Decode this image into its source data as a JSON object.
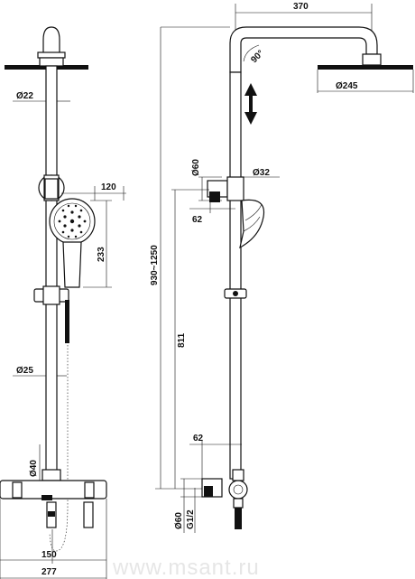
{
  "front_view": {
    "pipe_dia_top": "Ø22",
    "handshower_width": "120",
    "handshower_height": "233",
    "pipe_dia_mid": "Ø25",
    "connector_dia": "Ø40",
    "centre_distance": "150",
    "mixer_width": "277"
  },
  "side_view": {
    "arm_length": "370",
    "arm_angle": "90°",
    "overhead_dia": "Ø245",
    "bracket_dia": "Ø60",
    "rail_dia": "Ø32",
    "bracket_offset": "62",
    "height_range": "930~1250",
    "rail_height": "811",
    "mixer_offset": "62",
    "inlet_dia": "Ø60",
    "inlet_thread": "G1/2"
  },
  "watermark": "www.msant.ru"
}
